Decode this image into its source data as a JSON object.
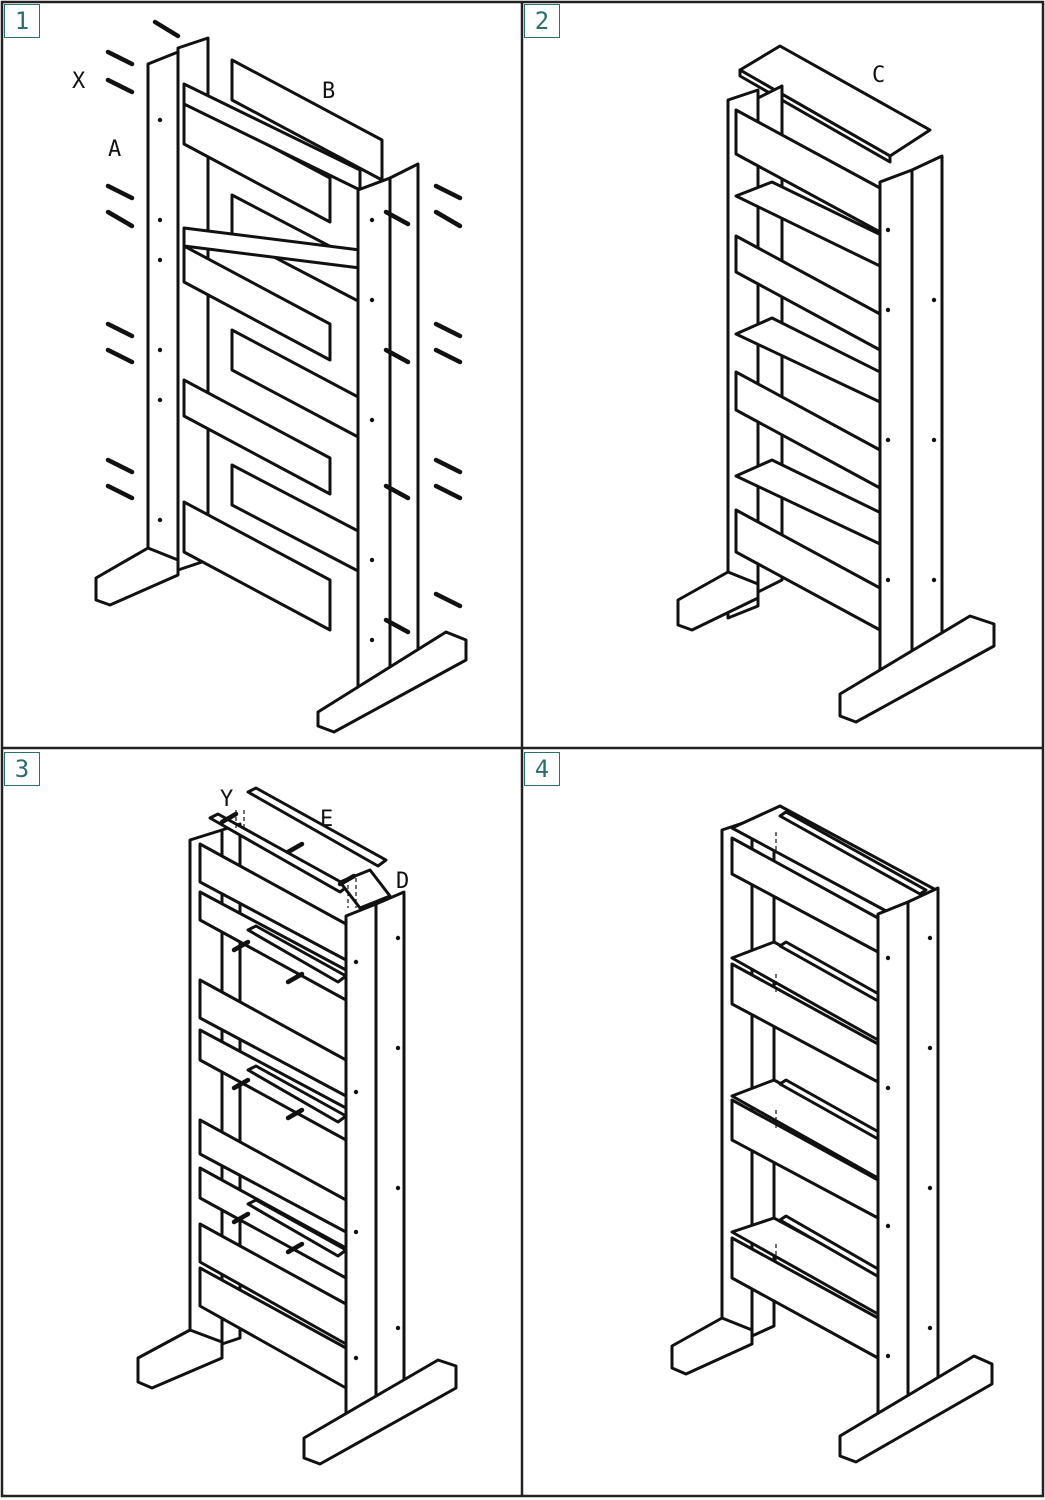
{
  "steps": [
    {
      "number": "1",
      "labels": {
        "x": "X",
        "a": "A",
        "b": "B"
      }
    },
    {
      "number": "2",
      "labels": {
        "c": "C"
      }
    },
    {
      "number": "3",
      "labels": {
        "y": "Y",
        "e": "E",
        "d": "D"
      }
    },
    {
      "number": "4",
      "labels": {}
    }
  ],
  "colors": {
    "badge": "#2a6f6a",
    "line": "#111111",
    "frame": "#222222"
  }
}
